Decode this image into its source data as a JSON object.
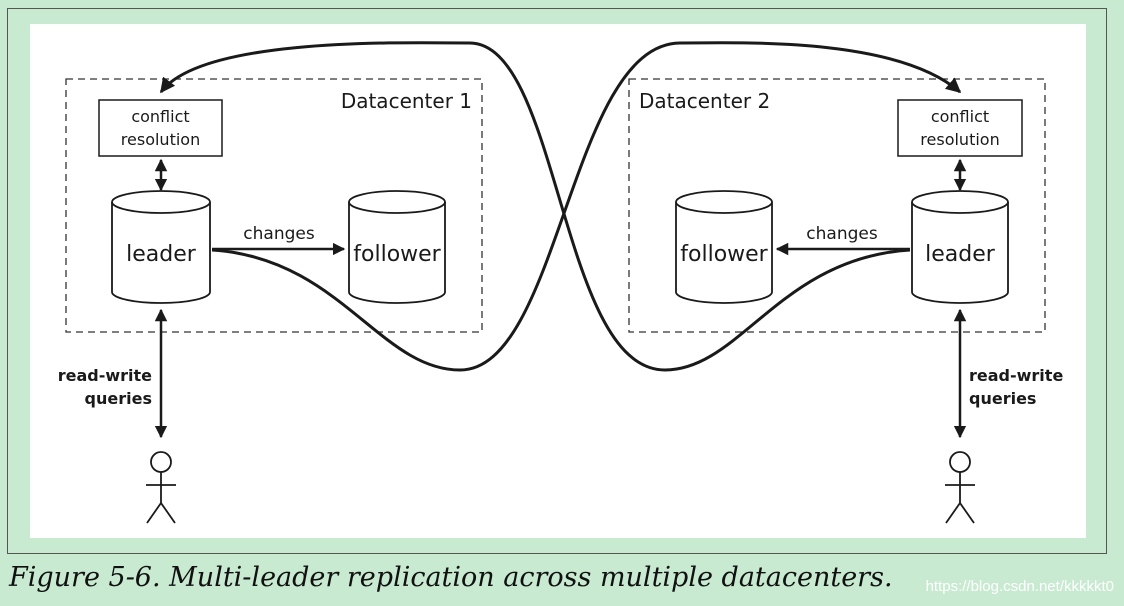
{
  "caption": "Figure 5-6. Multi-leader replication across multiple datacenters.",
  "watermark": "https://blog.csdn.net/kkkkkt0",
  "diagram": {
    "dc1": {
      "title": "Datacenter 1",
      "conflict_line1": "conflict",
      "conflict_line2": "resolution",
      "leader": "leader",
      "follower": "follower",
      "changes": "changes",
      "rw_line1": "read-write",
      "rw_line2": "queries"
    },
    "dc2": {
      "title": "Datacenter 2",
      "conflict_line1": "conflict",
      "conflict_line2": "resolution",
      "leader": "leader",
      "follower": "follower",
      "changes": "changes",
      "rw_line1": "read-write",
      "rw_line2": "queries"
    }
  },
  "colors": {
    "page_background": "#c8ead0",
    "panel_background": "#ffffff",
    "stroke": "#1a1a1a"
  }
}
